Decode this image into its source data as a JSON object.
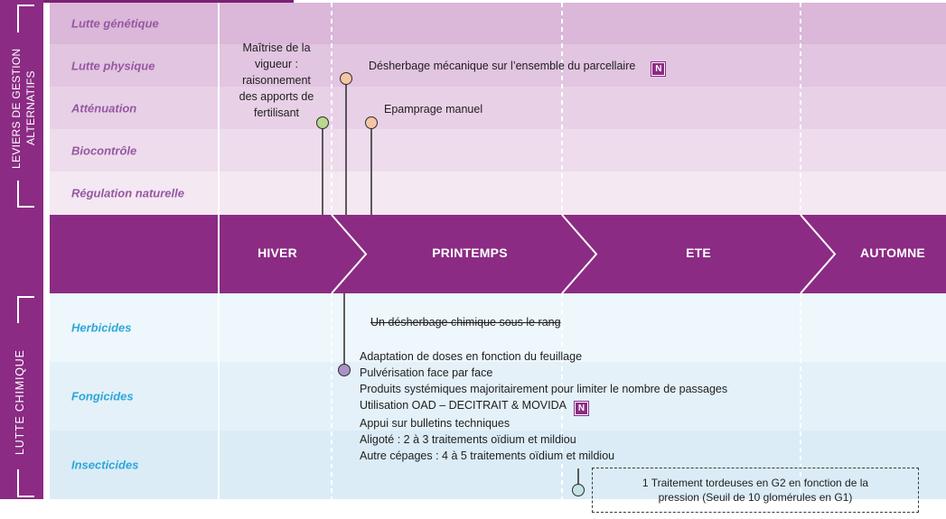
{
  "sections": {
    "alternatives": {
      "title_line1": "LEVIERS DE GESTION",
      "title_line2": "ALTERNATIFS"
    },
    "chemical": {
      "title": "LUTTE CHIMIQUE"
    }
  },
  "alternative_levers": [
    "Lutte génétique",
    "Lutte physique",
    "Atténuation",
    "Biocontrôle",
    "Régulation naturelle"
  ],
  "seasons": [
    "HIVER",
    "PRINTEMPS",
    "ETE",
    "AUTOMNE"
  ],
  "chemical_categories": [
    "Herbicides",
    "Fongicides",
    "Insecticides"
  ],
  "levers_notes": {
    "vigor_management": [
      "Maîtrise de la",
      "vigueur :",
      "raisonnement",
      "des apports de",
      "fertilisant"
    ],
    "mechanical_weeding": "Désherbage mécanique sur l’ensemble du parcellaire",
    "manual_suckering": "Epamprage manuel"
  },
  "chemical_notes": {
    "herbicide_note": "Un désherbage chimique sous le rang",
    "fungicide_measures": [
      "Adaptation de doses en fonction du feuillage",
      "Pulvérisation face par face",
      "Produits systémiques majoritairement pour limiter le nombre de passages",
      "Utilisation OAD – DECITRAIT & MOVIDA",
      "Appui sur bulletins techniques",
      "Aligoté : 2 à 3 traitements oïdium et mildiou",
      "Autre cépages : 4 à 5 traitements oïdium et mildiou"
    ],
    "insecticide_box": [
      "1 Traitement tordeuses en G2 en fonction de la",
      "pression (Seuil de 10 glomérules en G1)"
    ]
  },
  "badges": {
    "new": "N"
  },
  "colors": {
    "purple": "#8b2b84",
    "lever_label": "#9657a3",
    "chemical_label": "#2ea6d9",
    "marker_vigor": "#b7d98d",
    "marker_mechanical": "#f6c5a6",
    "marker_suckering": "#f6c5a6",
    "marker_fungicide": "#a993c9",
    "marker_insecticide": "#c2e3e6"
  }
}
